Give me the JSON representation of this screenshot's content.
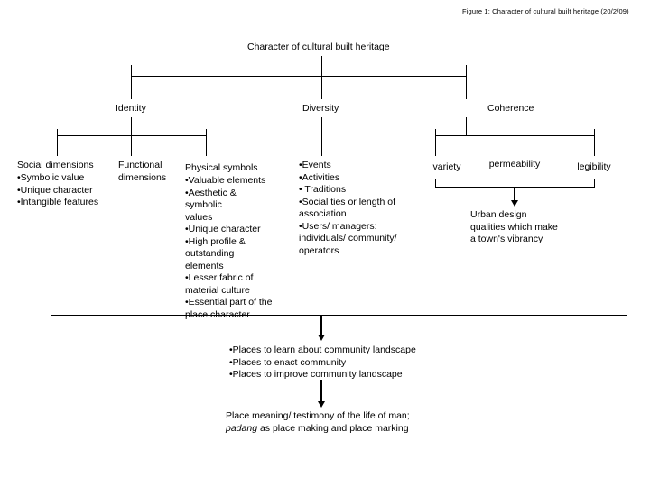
{
  "figure": {
    "caption": "Figure 1: Character of cultural built heritage (20/2/09)",
    "root_heading": "Character of cultural built heritage"
  },
  "branches": [
    {
      "id": "identity",
      "label": "Identity"
    },
    {
      "id": "diversity",
      "label": "Diversity"
    },
    {
      "id": "coherence",
      "label": "Coherence"
    }
  ],
  "identity_children": {
    "social": {
      "title": "Social dimensions",
      "items": "•Symbolic value\n•Unique character\n•Intangible features"
    },
    "functional": {
      "title": "Functional\ndimensions"
    },
    "physical": {
      "title": "Physical symbols",
      "items": "•Valuable elements\n•Aesthetic & symbolic\nvalues\n•Unique character\n•High profile &\noutstanding elements\n•Lesser fabric of\nmaterial culture\n•Essential part of the\nplace character"
    }
  },
  "diversity_children": {
    "items": "•Events\n•Activities\n• Traditions\n•Social ties or length of\nassociation\n•Users/ managers:\nindividuals/ community/\noperators"
  },
  "coherence_children": [
    {
      "id": "variety",
      "label": "variety"
    },
    {
      "id": "permeability",
      "label": "permeability"
    },
    {
      "id": "legibility",
      "label": "legibility"
    }
  ],
  "coherence_summary": "Urban design\nqualities which make\na town's vibrancy",
  "outcomes": {
    "items": "•Places to learn about community landscape\n•Places to enact community\n•Places to improve community landscape"
  },
  "conclusion": {
    "line1": "Place meaning/ testimony of the life of man;",
    "italic_term": "padang",
    "line2_rest": " as place making and place marking"
  },
  "colors": {
    "background": "#ffffff",
    "line": "#000000",
    "text": "#000000"
  }
}
